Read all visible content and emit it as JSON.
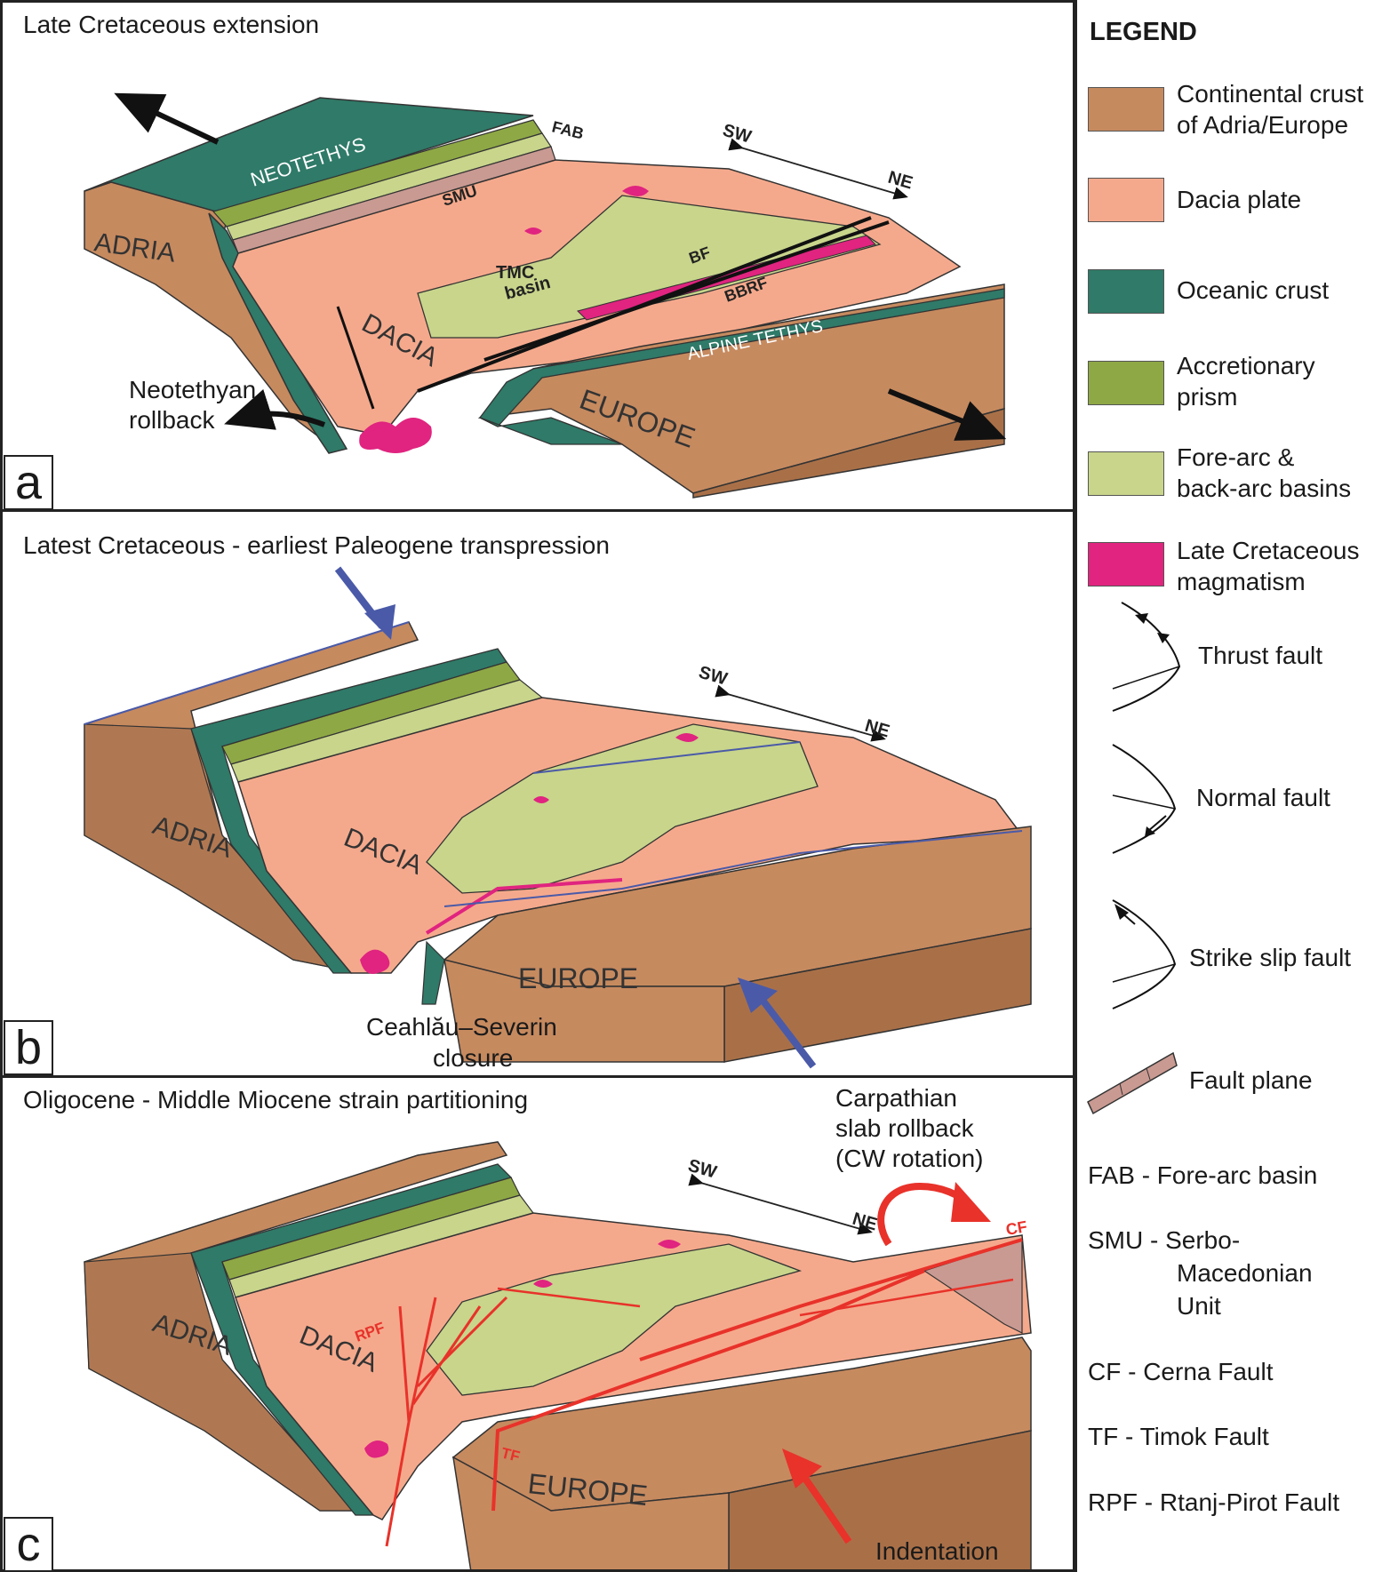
{
  "panels": [
    {
      "letter": "a",
      "title": "Late Cretaceous extension"
    },
    {
      "letter": "b",
      "title": "Latest Cretaceous - earliest Paleogene transpression"
    },
    {
      "letter": "c",
      "title": "Oligocene - Middle Miocene strain partitioning"
    }
  ],
  "labels": {
    "a": {
      "neotethys": "NEOTETHYS",
      "fab": "FAB",
      "smu": "SMU",
      "adria": "ADRIA",
      "dacia": "DACIA",
      "tmc1": "TMC",
      "tmc2": "basin",
      "bf": "BF",
      "bbrf": "BBRF",
      "alpine": "ALPINE TETHYS",
      "europe": "EUROPE",
      "rollback1": "Neotethyan",
      "rollback2": "rollback",
      "sw": "SW",
      "ne": "NE"
    },
    "b": {
      "adria": "ADRIA",
      "dacia": "DACIA",
      "europe": "EUROPE",
      "closure1": "Ceahlău–Severin",
      "closure2": "closure",
      "sw": "SW",
      "ne": "NE"
    },
    "c": {
      "adria": "ADRIA",
      "dacia": "DACIA",
      "europe": "EUROPE",
      "rpf": "RPF",
      "tf": "TF",
      "cf": "CF",
      "rollback1": "Carpathian",
      "rollback2": "slab rollback",
      "rollback3": "(CW rotation)",
      "indentation": "Indentation",
      "sw": "SW",
      "ne": "NE"
    }
  },
  "legend": {
    "heading": "LEGEND",
    "items": [
      {
        "line1": "Continental crust",
        "line2": "of Adria/Europe",
        "color": "#c68a5f"
      },
      {
        "line1": "Dacia plate",
        "line2": "",
        "color": "#f5a98c"
      },
      {
        "line1": "Oceanic crust",
        "line2": "",
        "color": "#2f7a68"
      },
      {
        "line1": "Accretionary",
        "line2": "prism",
        "color": "#8ea845"
      },
      {
        "line1": "Fore-arc &",
        "line2": "back-arc basins",
        "color": "#c8d58b"
      },
      {
        "line1": "Late Cretaceous",
        "line2": "magmatism",
        "color": "#e0247f"
      }
    ],
    "faults": [
      {
        "label": "Thrust fault"
      },
      {
        "label": "Normal fault"
      },
      {
        "label": "Strike slip fault"
      },
      {
        "label": "Fault plane"
      }
    ],
    "abbreviations": [
      "FAB - Fore-arc basin",
      "SMU - Serbo-",
      "        Macedonian",
      "        Unit",
      "CF - Cerna Fault",
      "TF - Timok Fault",
      "RPF - Rtanj-Pirot Fault"
    ]
  }
}
